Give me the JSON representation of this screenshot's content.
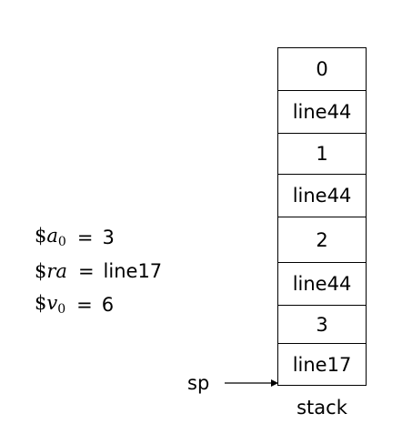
{
  "registers": [
    {
      "prefix": "$",
      "name": "a",
      "sub": "0",
      "eq": "=",
      "value": "3"
    },
    {
      "prefix": "$",
      "name": "ra",
      "sub": "",
      "eq": "=",
      "value": "line17"
    },
    {
      "prefix": "$",
      "name": "v",
      "sub": "0",
      "eq": "=",
      "value": "6"
    }
  ],
  "stack": {
    "caption": "stack",
    "cells": [
      "0",
      "line44",
      "1",
      "line44",
      "2",
      "line44",
      "3",
      "line17"
    ]
  },
  "pointer": {
    "label": "sp"
  },
  "colors": {
    "stroke": "#000000",
    "background": "#ffffff"
  }
}
